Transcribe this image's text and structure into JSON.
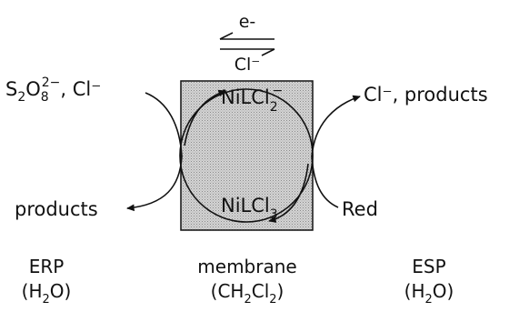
{
  "diagram": {
    "transport": {
      "forward": "e-",
      "backward": "Cl⁻"
    },
    "left_top": {
      "formula": "S",
      "sub1": "2",
      "mid": "O",
      "sub2": "8",
      "sup": "2−",
      "tail": ", Cl⁻"
    },
    "left_bottom": "products",
    "right_top": "Cl⁻, products",
    "right_bottom": "Red",
    "carrier_top": {
      "main": "NiLCl",
      "sub": "2",
      "sup": "−"
    },
    "carrier_bottom": {
      "main": "NiLCl",
      "sub": "3"
    },
    "phases": [
      {
        "name": "ERP",
        "solvent_open": "(H",
        "solvent_sub": "2",
        "solvent_close": "O)"
      },
      {
        "name": "membrane",
        "solvent_open": "(CH",
        "solvent_sub": "2",
        "solvent_mid": "Cl",
        "solvent_sub2": "2",
        "solvent_close": ")"
      },
      {
        "name": "ESP",
        "solvent_open": "(H",
        "solvent_sub": "2",
        "solvent_close": "O)"
      }
    ]
  }
}
